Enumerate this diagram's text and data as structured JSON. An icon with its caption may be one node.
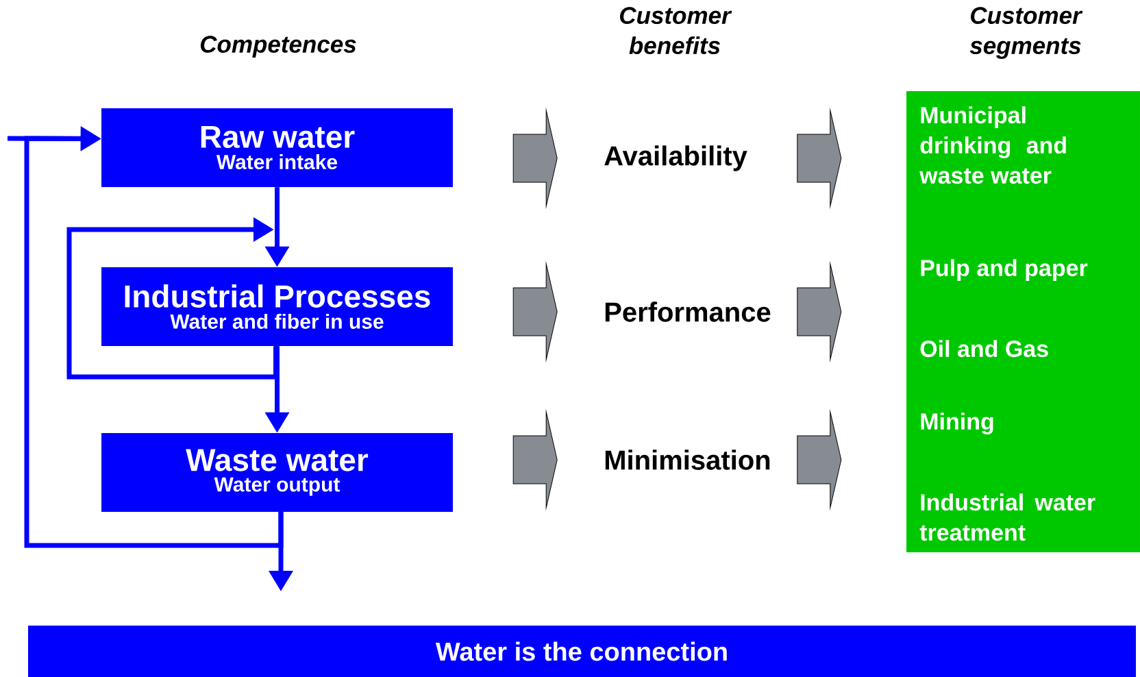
{
  "diagram": {
    "nodes": [
      {
        "text": [
          "Raw water",
          "Water intake"
        ]
      },
      {
        "text": [
          "Industrial Processes",
          "Water and fiber in use"
        ]
      },
      {
        "text": [
          "Waste water",
          "Water output"
        ]
      },
      {
        "text": [
          "Availability"
        ]
      },
      {
        "text": [
          "Performance"
        ]
      },
      {
        "text": [
          "Minimisation"
        ]
      },
      {
        "text": [
          "Municipal drinking and waste water",
          "Pulp and paper",
          "Oil and Gas",
          "Mining",
          "Industrial water treatment"
        ]
      },
      {
        "text": [
          "Water is the connection"
        ]
      }
    ],
    "edges": [
      {
        "from": null,
        "to": 0,
        "arrow": "to"
      },
      {
        "from": 2,
        "to": 0,
        "arrow": "to"
      },
      {
        "from": 0,
        "to": 1,
        "arrow": "to"
      },
      {
        "from": 1,
        "to": 1,
        "arrow": "to"
      },
      {
        "from": 1,
        "to": 2,
        "arrow": "to"
      },
      {
        "from": 2,
        "to": null,
        "arrow": "to"
      },
      {
        "from": 0,
        "to": 3,
        "arrow": "to",
        "style": "thick",
        "color": "#878c93"
      },
      {
        "from": 1,
        "to": 4,
        "arrow": "to",
        "style": "thick",
        "color": "#878c93"
      },
      {
        "from": 2,
        "to": 5,
        "arrow": "to",
        "style": "thick",
        "color": "#878c93"
      },
      {
        "from": 3,
        "to": 6,
        "arrow": "to",
        "style": "thick",
        "color": "#878c93"
      },
      {
        "from": 4,
        "to": 6,
        "arrow": "to",
        "style": "thick",
        "color": "#878c93"
      },
      {
        "from": 5,
        "to": 6,
        "arrow": "to",
        "style": "thick",
        "color": "#878c93"
      }
    ],
    "labels": [
      "Competences",
      "Customer benefits",
      "Customer segments"
    ]
  }
}
